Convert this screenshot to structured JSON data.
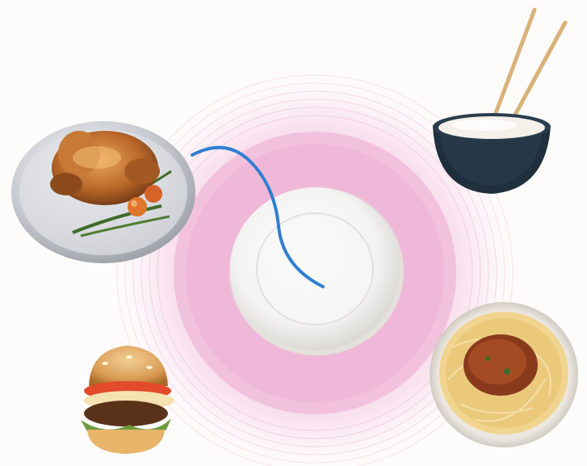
{
  "scene": {
    "description_visible_text": [],
    "items": [
      {
        "name": "roast-chicken",
        "icon": "roast-chicken-icon"
      },
      {
        "name": "empty-plate",
        "icon": "plate-icon"
      },
      {
        "name": "rice-bowl-with-chopsticks",
        "icon": "rice-bowl-icon"
      },
      {
        "name": "spaghetti-with-meat-sauce",
        "icon": "spaghetti-icon"
      },
      {
        "name": "hamburger",
        "icon": "hamburger-icon"
      },
      {
        "name": "blue-line",
        "icon": "connector-line-icon"
      }
    ],
    "colors": {
      "background": "#fdfcfb",
      "halo_outer": "#f7d9e9",
      "halo_inner": "#f3bddc",
      "plate": "#f7f7f5",
      "connector": "#2f7fd1",
      "bowl": "#1f2f3c",
      "rice": "#f4f1ea"
    }
  }
}
